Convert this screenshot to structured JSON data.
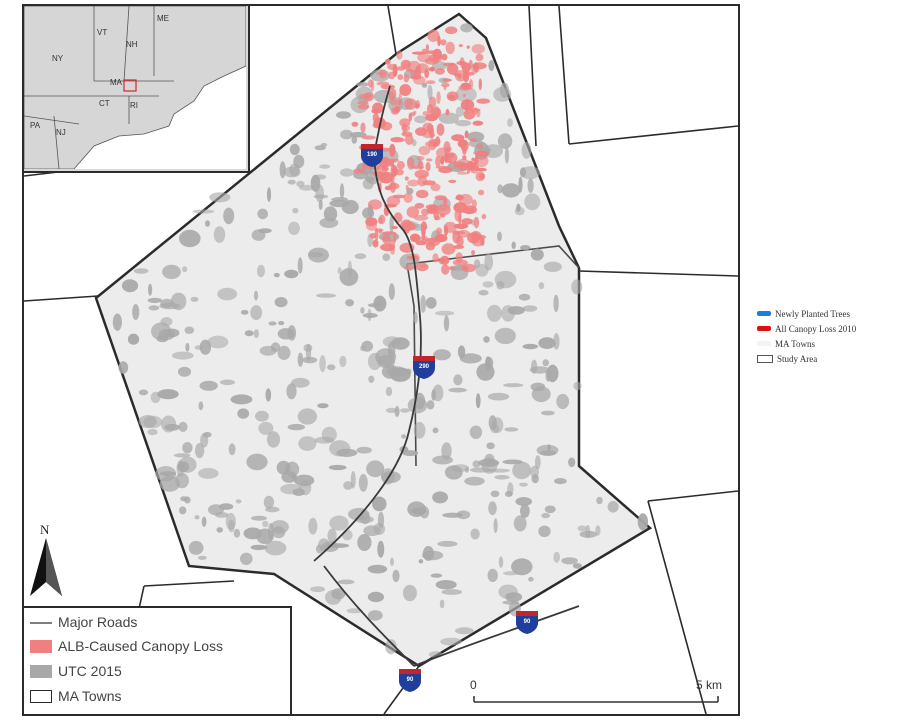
{
  "inset": {
    "state_labels": [
      "ME",
      "VT",
      "NH",
      "NY",
      "MA",
      "CT",
      "RI",
      "PA",
      "NJ"
    ]
  },
  "highways": [
    {
      "id": "interstate-190",
      "number": "190"
    },
    {
      "id": "interstate-290",
      "number": "290"
    },
    {
      "id": "interstate-90-east",
      "number": "90"
    },
    {
      "id": "interstate-90-south",
      "number": "90"
    }
  ],
  "north_arrow": {
    "label": "N"
  },
  "legend": {
    "items": [
      {
        "label": "Major Roads",
        "symbol": "line",
        "color": "#555555"
      },
      {
        "label": "ALB-Caused Canopy Loss",
        "symbol": "fill",
        "color": "#f08080"
      },
      {
        "label": "UTC 2015",
        "symbol": "fill",
        "color": "#a8a8a8"
      },
      {
        "label": "MA Towns",
        "symbol": "outline",
        "color": "#2b2b2b"
      }
    ]
  },
  "scale_bar": {
    "start_label": "0",
    "end_label": "5 km"
  },
  "side_legend": {
    "items": [
      {
        "label": "Newly Planted Trees",
        "color": "#1e7be0"
      },
      {
        "label": "All Canopy Loss 2010",
        "color": "#e01010"
      },
      {
        "label": "MA Towns",
        "color": "#dddddd"
      },
      {
        "label": "Study Area",
        "color": "#ffffff"
      }
    ]
  },
  "colors": {
    "study_area_fill": "#ececec",
    "canopy": "#a8a8a8",
    "canopy_loss": "#f08080",
    "town_border": "#2b2b2b",
    "shield_blue": "#1f3f9a",
    "shield_red": "#c0262c"
  }
}
